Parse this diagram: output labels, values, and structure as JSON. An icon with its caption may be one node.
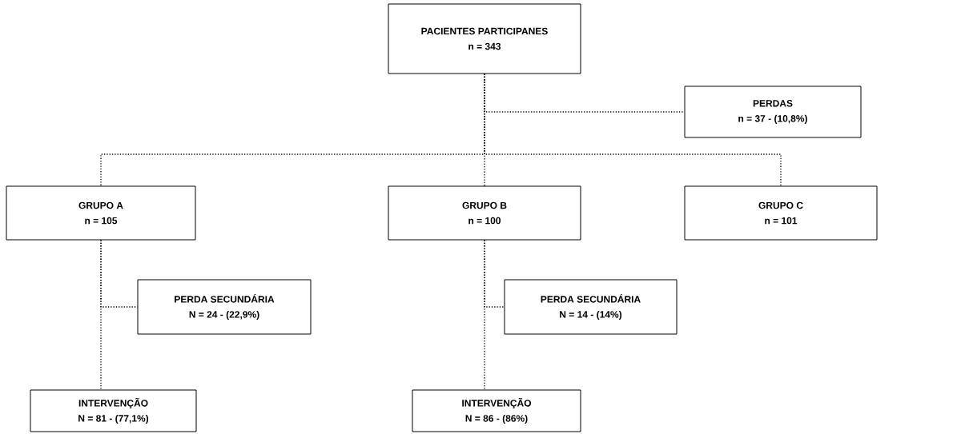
{
  "diagram": {
    "nodes": [
      {
        "text": [
          "PACIENTES PARTICIPANES",
          "n = 343"
        ]
      },
      {
        "text": [
          "PERDAS",
          "n = 37 - (10,8%)"
        ]
      },
      {
        "text": [
          "GRUPO A",
          "n = 105"
        ]
      },
      {
        "text": [
          "GRUPO B",
          "n = 100"
        ]
      },
      {
        "text": [
          "GRUPO C",
          "n = 101"
        ]
      },
      {
        "text": [
          "PERDA SECUNDÁRIA",
          "N = 24 - (22,9%)"
        ]
      },
      {
        "text": [
          "PERDA SECUNDÁRIA",
          "N = 14 - (14%)"
        ]
      },
      {
        "text": [
          "INTERVENÇÃO",
          "N = 81 - (77,1%)"
        ]
      },
      {
        "text": [
          "INTERVENÇÃO",
          "N = 86 - (86%)"
        ]
      }
    ],
    "edges": [
      {
        "from": 0,
        "to": 1,
        "arrow": "none",
        "style": "dashed"
      },
      {
        "from": 0,
        "to": 2,
        "arrow": "none",
        "style": "dashed"
      },
      {
        "from": 0,
        "to": 3,
        "arrow": "none",
        "style": "dashed"
      },
      {
        "from": 0,
        "to": 4,
        "arrow": "none",
        "style": "dashed"
      },
      {
        "from": 2,
        "to": 5,
        "arrow": "none",
        "style": "dashed"
      },
      {
        "from": 2,
        "to": 7,
        "arrow": "none",
        "style": "dashed"
      },
      {
        "from": 3,
        "to": 6,
        "arrow": "none",
        "style": "dashed"
      },
      {
        "from": 3,
        "to": 8,
        "arrow": "none",
        "style": "dashed"
      }
    ]
  }
}
